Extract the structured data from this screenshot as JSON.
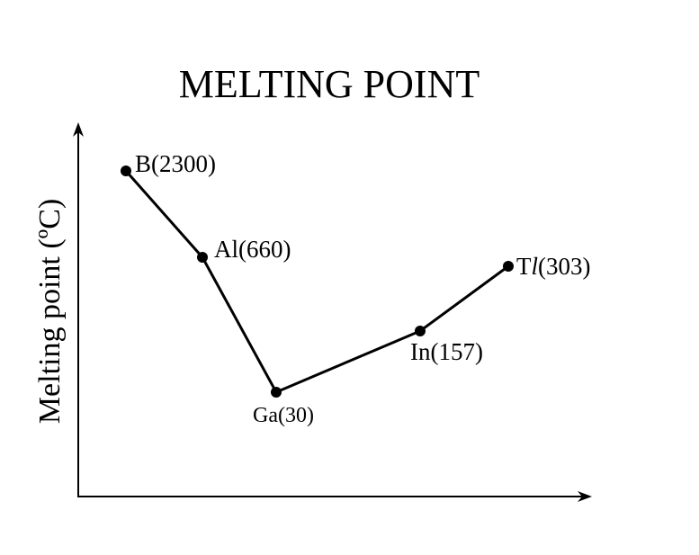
{
  "chart_data": {
    "type": "line",
    "title": "MELTING POINT",
    "ylabel": "Melting point (ºC)",
    "xlabel": "",
    "line_color": "#000000",
    "points": [
      {
        "name": "B",
        "value": 2300,
        "label": "B(2300)",
        "italic_part": ""
      },
      {
        "name": "Al",
        "value": 660,
        "label": "Al(660)",
        "italic_part": ""
      },
      {
        "name": "Ga",
        "value": 30,
        "label": "Ga(30)",
        "italic_part": ""
      },
      {
        "name": "In",
        "value": 157,
        "label": "In(157)",
        "italic_part": ""
      },
      {
        "name": "Tl",
        "value": 303,
        "label_prefix": "T",
        "label_italic": "l",
        "label_suffix": "(303)"
      }
    ]
  }
}
